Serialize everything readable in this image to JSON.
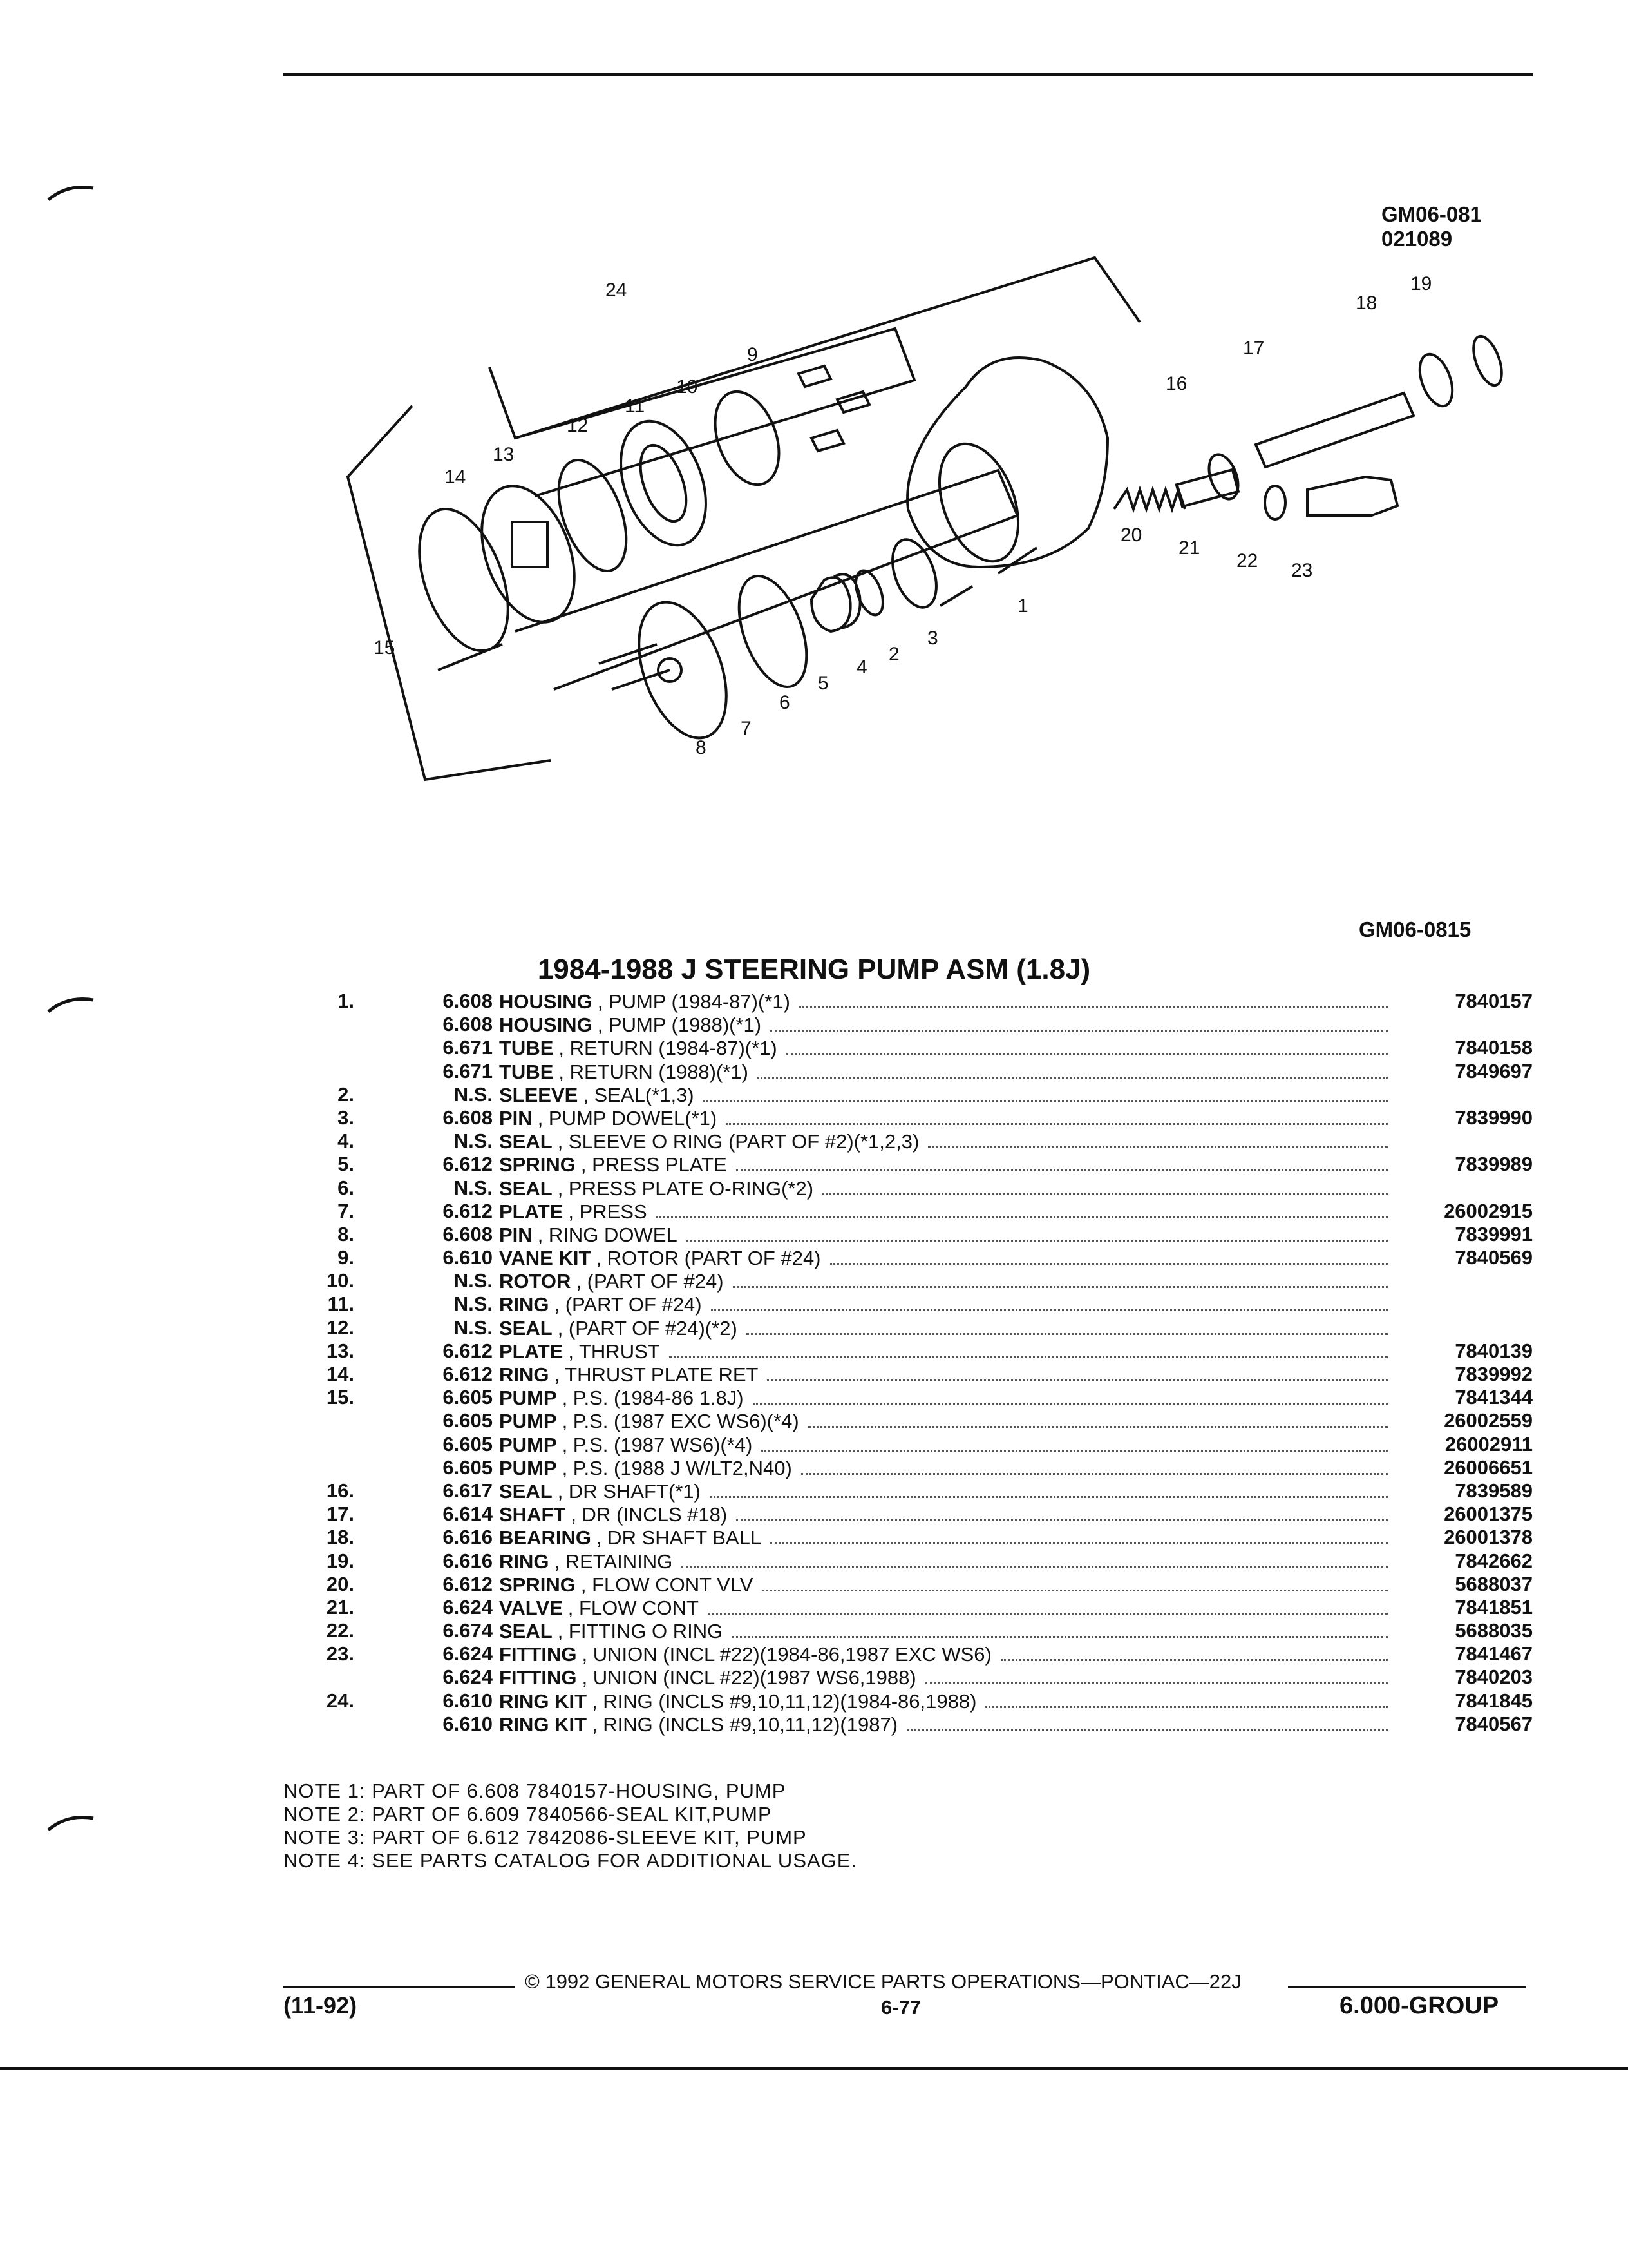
{
  "header_codes": {
    "code_line1": "GM06-081",
    "code_line2": "021089",
    "lower_code": "GM06-0815"
  },
  "diagram_callouts": [
    "1",
    "2",
    "3",
    "4",
    "5",
    "6",
    "7",
    "8",
    "9",
    "10",
    "11",
    "12",
    "13",
    "14",
    "15",
    "16",
    "17",
    "18",
    "19",
    "20",
    "21",
    "22",
    "23",
    "24"
  ],
  "title": "1984-1988 J STEERING PUMP ASM (1.8J)",
  "parts": [
    {
      "index": "1.",
      "group": "6.608",
      "name": "HOUSING",
      "desc": ", PUMP (1984-87)(*1)",
      "part": "7840157"
    },
    {
      "index": "",
      "group": "6.608",
      "name": "HOUSING",
      "desc": ", PUMP (1988)(*1)",
      "part": ""
    },
    {
      "index": "",
      "group": "6.671",
      "name": "TUBE",
      "desc": ", RETURN (1984-87)(*1)",
      "part": "7840158"
    },
    {
      "index": "",
      "group": "6.671",
      "name": "TUBE",
      "desc": ", RETURN (1988)(*1)",
      "part": "7849697"
    },
    {
      "index": "2.",
      "group": "N.S.",
      "name": "SLEEVE",
      "desc": ", SEAL(*1,3)",
      "part": ""
    },
    {
      "index": "3.",
      "group": "6.608",
      "name": "PIN",
      "desc": ", PUMP DOWEL(*1)",
      "part": "7839990"
    },
    {
      "index": "4.",
      "group": "N.S.",
      "name": "SEAL",
      "desc": ", SLEEVE O RING (PART OF #2)(*1,2,3)",
      "part": ""
    },
    {
      "index": "5.",
      "group": "6.612",
      "name": "SPRING",
      "desc": ", PRESS PLATE",
      "part": "7839989"
    },
    {
      "index": "6.",
      "group": "N.S.",
      "name": "SEAL",
      "desc": ", PRESS PLATE O-RING(*2)",
      "part": ""
    },
    {
      "index": "7.",
      "group": "6.612",
      "name": "PLATE",
      "desc": ", PRESS",
      "part": "26002915"
    },
    {
      "index": "8.",
      "group": "6.608",
      "name": "PIN",
      "desc": ", RING DOWEL",
      "part": "7839991"
    },
    {
      "index": "9.",
      "group": "6.610",
      "name": "VANE KIT",
      "desc": ", ROTOR (PART OF #24)",
      "part": "7840569"
    },
    {
      "index": "10.",
      "group": "N.S.",
      "name": "ROTOR",
      "desc": ", (PART OF #24)",
      "part": ""
    },
    {
      "index": "11.",
      "group": "N.S.",
      "name": "RING",
      "desc": ", (PART OF #24)",
      "part": ""
    },
    {
      "index": "12.",
      "group": "N.S.",
      "name": "SEAL",
      "desc": ", (PART OF #24)(*2)",
      "part": ""
    },
    {
      "index": "13.",
      "group": "6.612",
      "name": "PLATE",
      "desc": ", THRUST",
      "part": "7840139"
    },
    {
      "index": "14.",
      "group": "6.612",
      "name": "RING",
      "desc": ", THRUST PLATE RET",
      "part": "7839992"
    },
    {
      "index": "15.",
      "group": "6.605",
      "name": "PUMP",
      "desc": ", P.S. (1984-86 1.8J)",
      "part": "7841344"
    },
    {
      "index": "",
      "group": "6.605",
      "name": "PUMP",
      "desc": ", P.S. (1987 EXC WS6)(*4)",
      "part": "26002559"
    },
    {
      "index": "",
      "group": "6.605",
      "name": "PUMP",
      "desc": ", P.S. (1987 WS6)(*4)",
      "part": "26002911"
    },
    {
      "index": "",
      "group": "6.605",
      "name": "PUMP",
      "desc": ", P.S. (1988 J W/LT2,N40)",
      "part": "26006651"
    },
    {
      "index": "16.",
      "group": "6.617",
      "name": "SEAL",
      "desc": ", DR SHAFT(*1)",
      "part": "7839589"
    },
    {
      "index": "17.",
      "group": "6.614",
      "name": "SHAFT",
      "desc": ", DR (INCLS #18)",
      "part": "26001375"
    },
    {
      "index": "18.",
      "group": "6.616",
      "name": "BEARING",
      "desc": ", DR SHAFT BALL",
      "part": "26001378"
    },
    {
      "index": "19.",
      "group": "6.616",
      "name": "RING",
      "desc": ", RETAINING",
      "part": "7842662"
    },
    {
      "index": "20.",
      "group": "6.612",
      "name": "SPRING",
      "desc": ", FLOW CONT VLV",
      "part": "5688037"
    },
    {
      "index": "21.",
      "group": "6.624",
      "name": "VALVE",
      "desc": ", FLOW CONT",
      "part": "7841851"
    },
    {
      "index": "22.",
      "group": "6.674",
      "name": "SEAL",
      "desc": ", FITTING O RING",
      "part": "5688035"
    },
    {
      "index": "23.",
      "group": "6.624",
      "name": "FITTING",
      "desc": ", UNION (INCL #22)(1984-86,1987 EXC WS6)",
      "part": "7841467"
    },
    {
      "index": "",
      "group": "6.624",
      "name": "FITTING",
      "desc": ", UNION (INCL #22)(1987 WS6,1988)",
      "part": "7840203"
    },
    {
      "index": "24.",
      "group": "6.610",
      "name": "RING KIT",
      "desc": ", RING (INCLS #9,10,11,12)(1984-86,1988)",
      "part": "7841845"
    },
    {
      "index": "",
      "group": "6.610",
      "name": "RING KIT",
      "desc": ", RING (INCLS #9,10,11,12)(1987)",
      "part": "7840567"
    }
  ],
  "notes": [
    "NOTE 1: PART OF 6.608 7840157-HOUSING, PUMP",
    "NOTE 2: PART OF 6.609 7840566-SEAL KIT,PUMP",
    "NOTE 3: PART OF 6.612 7842086-SLEEVE KIT, PUMP",
    "NOTE 4: SEE PARTS CATALOG FOR ADDITIONAL USAGE."
  ],
  "footer": {
    "copyright": "© 1992 GENERAL MOTORS SERVICE PARTS OPERATIONS—PONTIAC—22J",
    "date": "(11-92)",
    "page": "6-77",
    "group": "6.000-GROUP"
  }
}
